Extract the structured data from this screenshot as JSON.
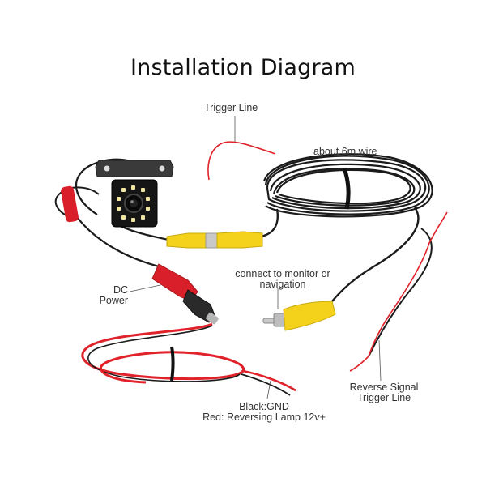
{
  "title": "Installation Diagram",
  "labels": {
    "trigger_line": "Trigger Line",
    "wire_length": "about 6m wire",
    "connect_line1": "connect to monitor or",
    "connect_line2": "navigation",
    "dc_line1": "DC",
    "dc_line2": "Power",
    "reverse_line1": "Reverse Signal",
    "reverse_line2": "Trigger Line",
    "gnd": "Black:GND",
    "red": "Red: Reversing Lamp 12v+"
  },
  "colors": {
    "wire_black": "#1b1b1b",
    "wire_red": "#e0222a",
    "rca_yellow": "#f4d21c",
    "dc_red": "#d9202a",
    "silver": "#c9c9c9"
  },
  "icons": [
    "backup-camera-icon",
    "rca-connector-icon",
    "dc-power-plug-icon"
  ]
}
